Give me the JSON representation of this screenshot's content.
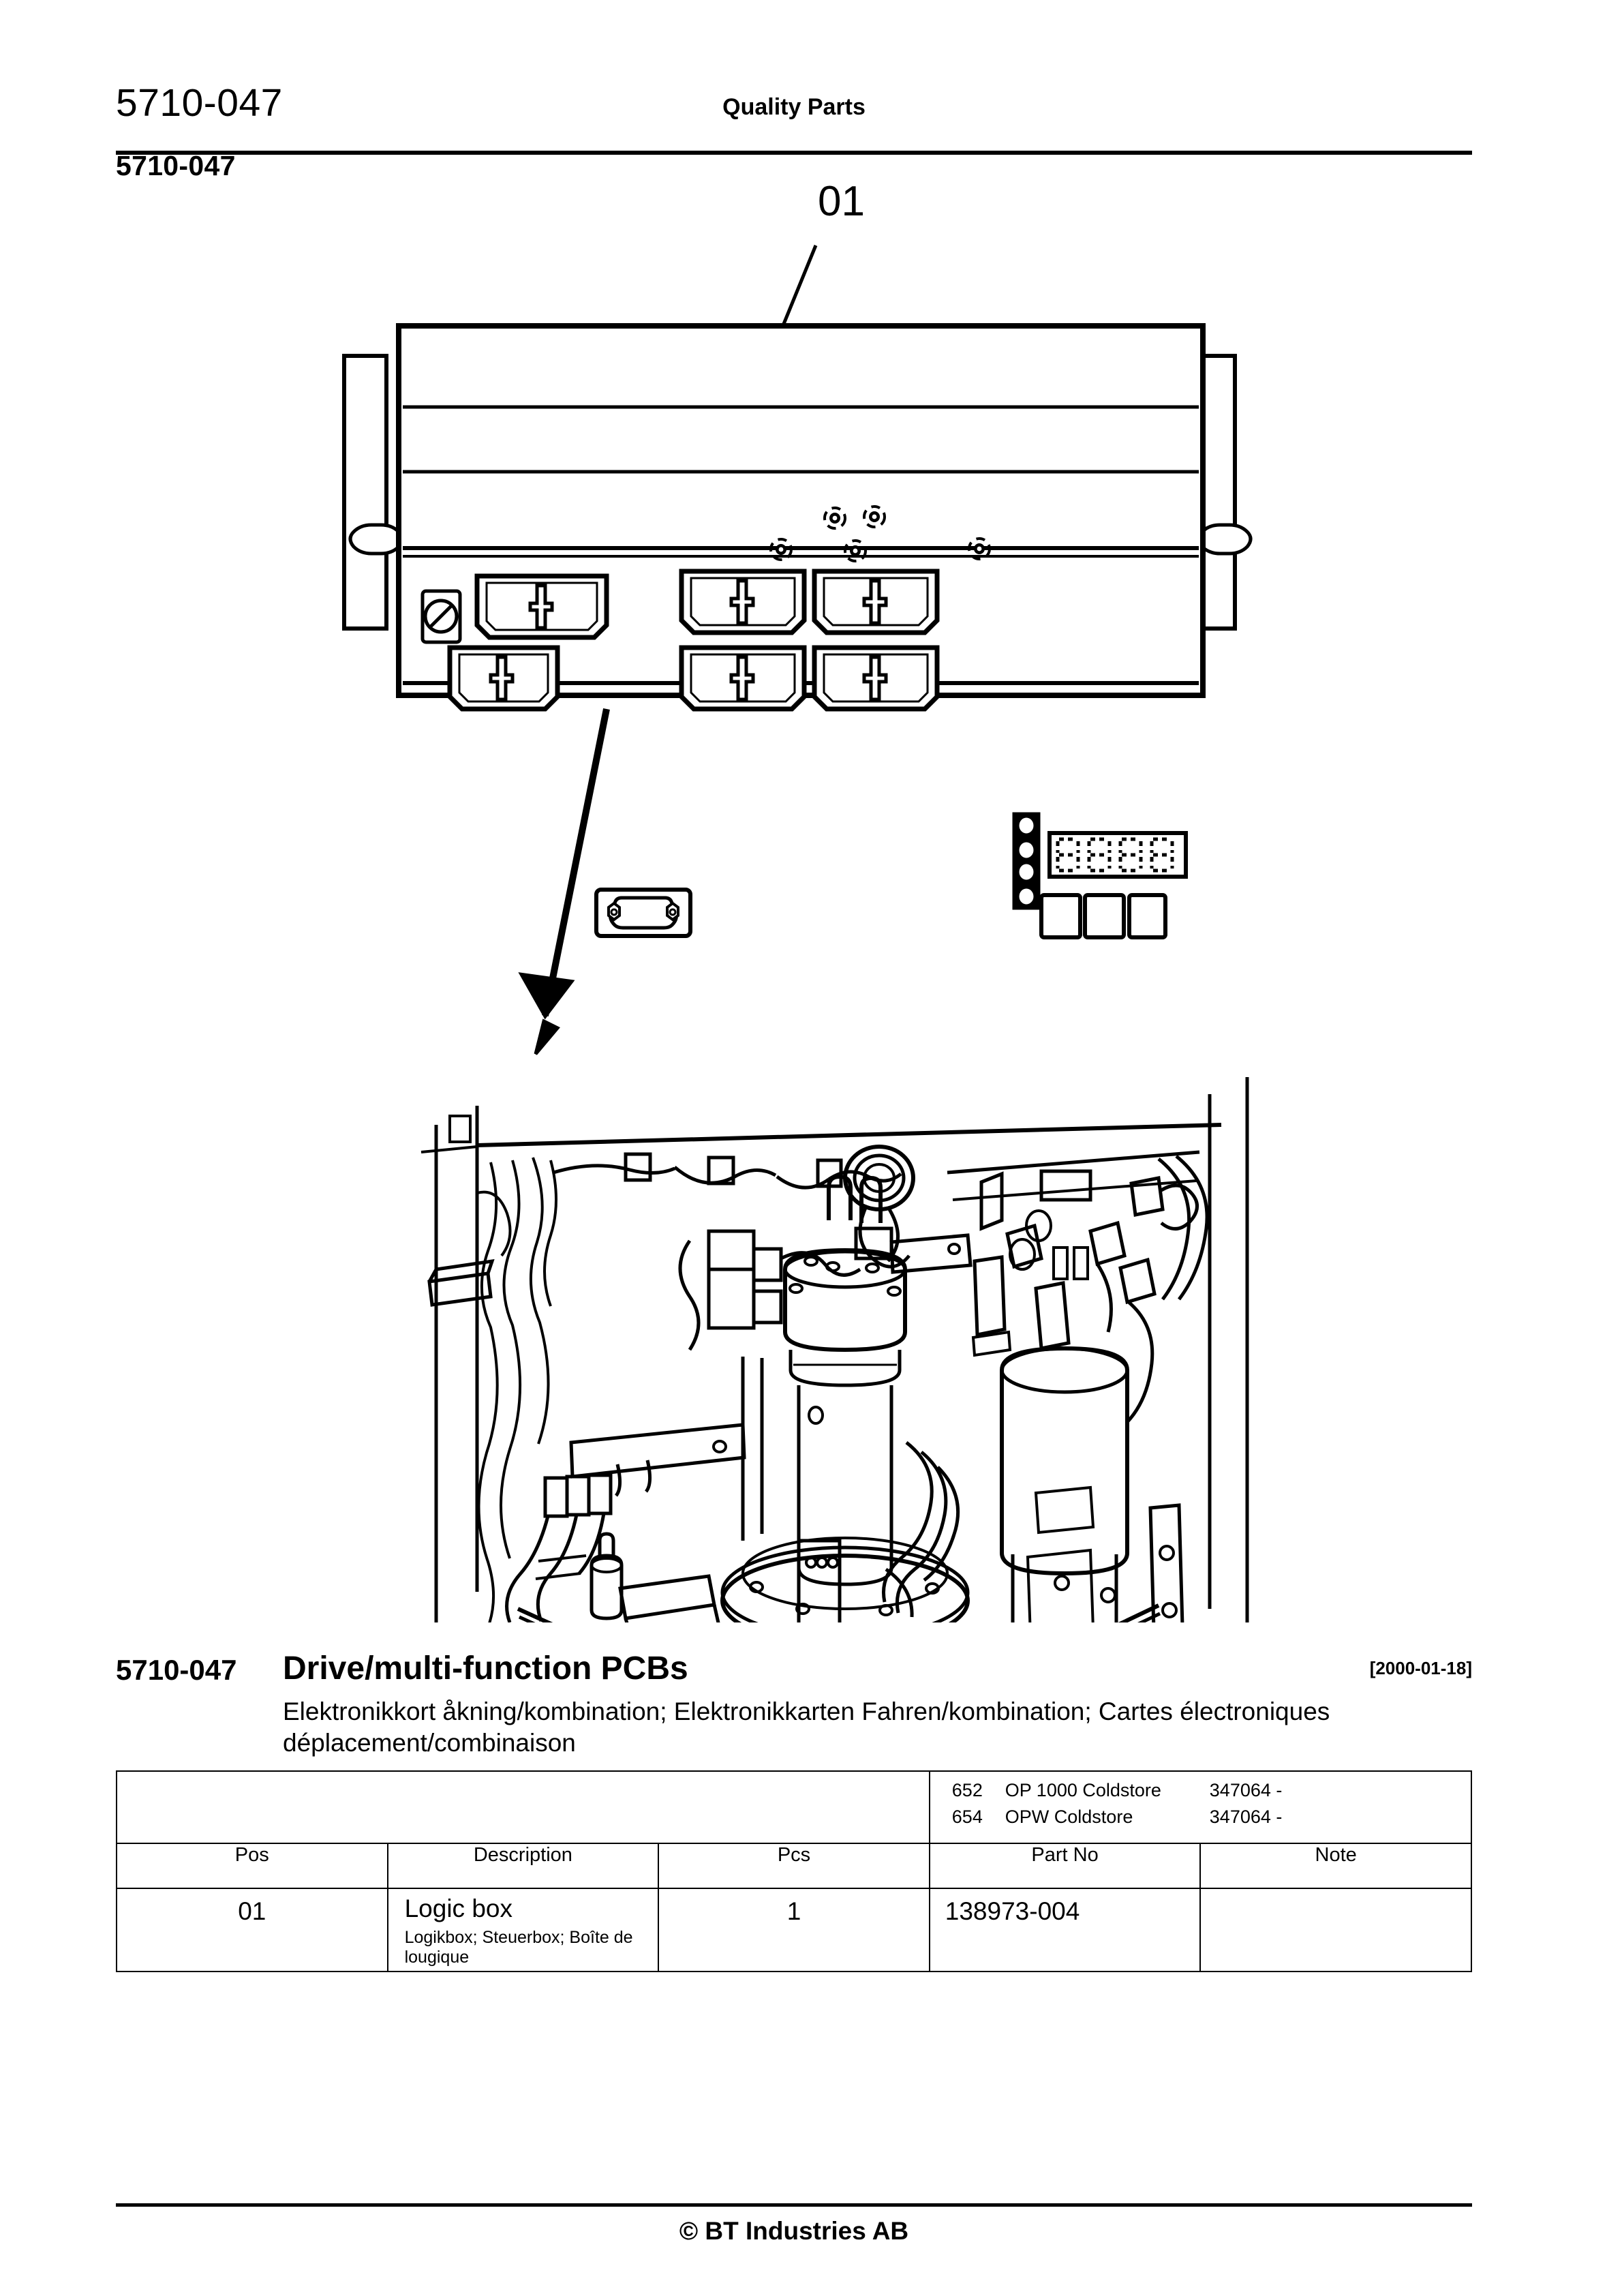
{
  "header": {
    "code": "5710-047",
    "title": "Quality Parts"
  },
  "section": {
    "code": "5710-047"
  },
  "figure": {
    "callout_label": "01",
    "detail_view_name": "logic-box-detail",
    "context_view_name": "motor-compartment-illustration"
  },
  "part_title": {
    "number": "5710-047",
    "name": "Drive/multi-function PCBs",
    "date": "[2000-01-18]",
    "subtitle": "Elektronikkort åkning/kombination; Elektronikkarten Fahren/kombination; Cartes électroniques déplacement/combinaison"
  },
  "models": [
    {
      "code": "652",
      "name": "OP 1000 Coldstore",
      "part": "347064 -"
    },
    {
      "code": "654",
      "name": "OPW Coldstore",
      "part": "347064 -"
    }
  ],
  "table": {
    "columns": [
      "Pos",
      "Description",
      "Pcs",
      "Part No",
      "Note"
    ],
    "rows": [
      {
        "pos": "01",
        "description": "Logic box",
        "description_sub": "Logikbox; Steuerbox; Boîte de lougique",
        "pcs": "1",
        "part_no": "138973-004",
        "note": ""
      }
    ]
  },
  "footer": {
    "copyright": "© BT Industries AB"
  }
}
